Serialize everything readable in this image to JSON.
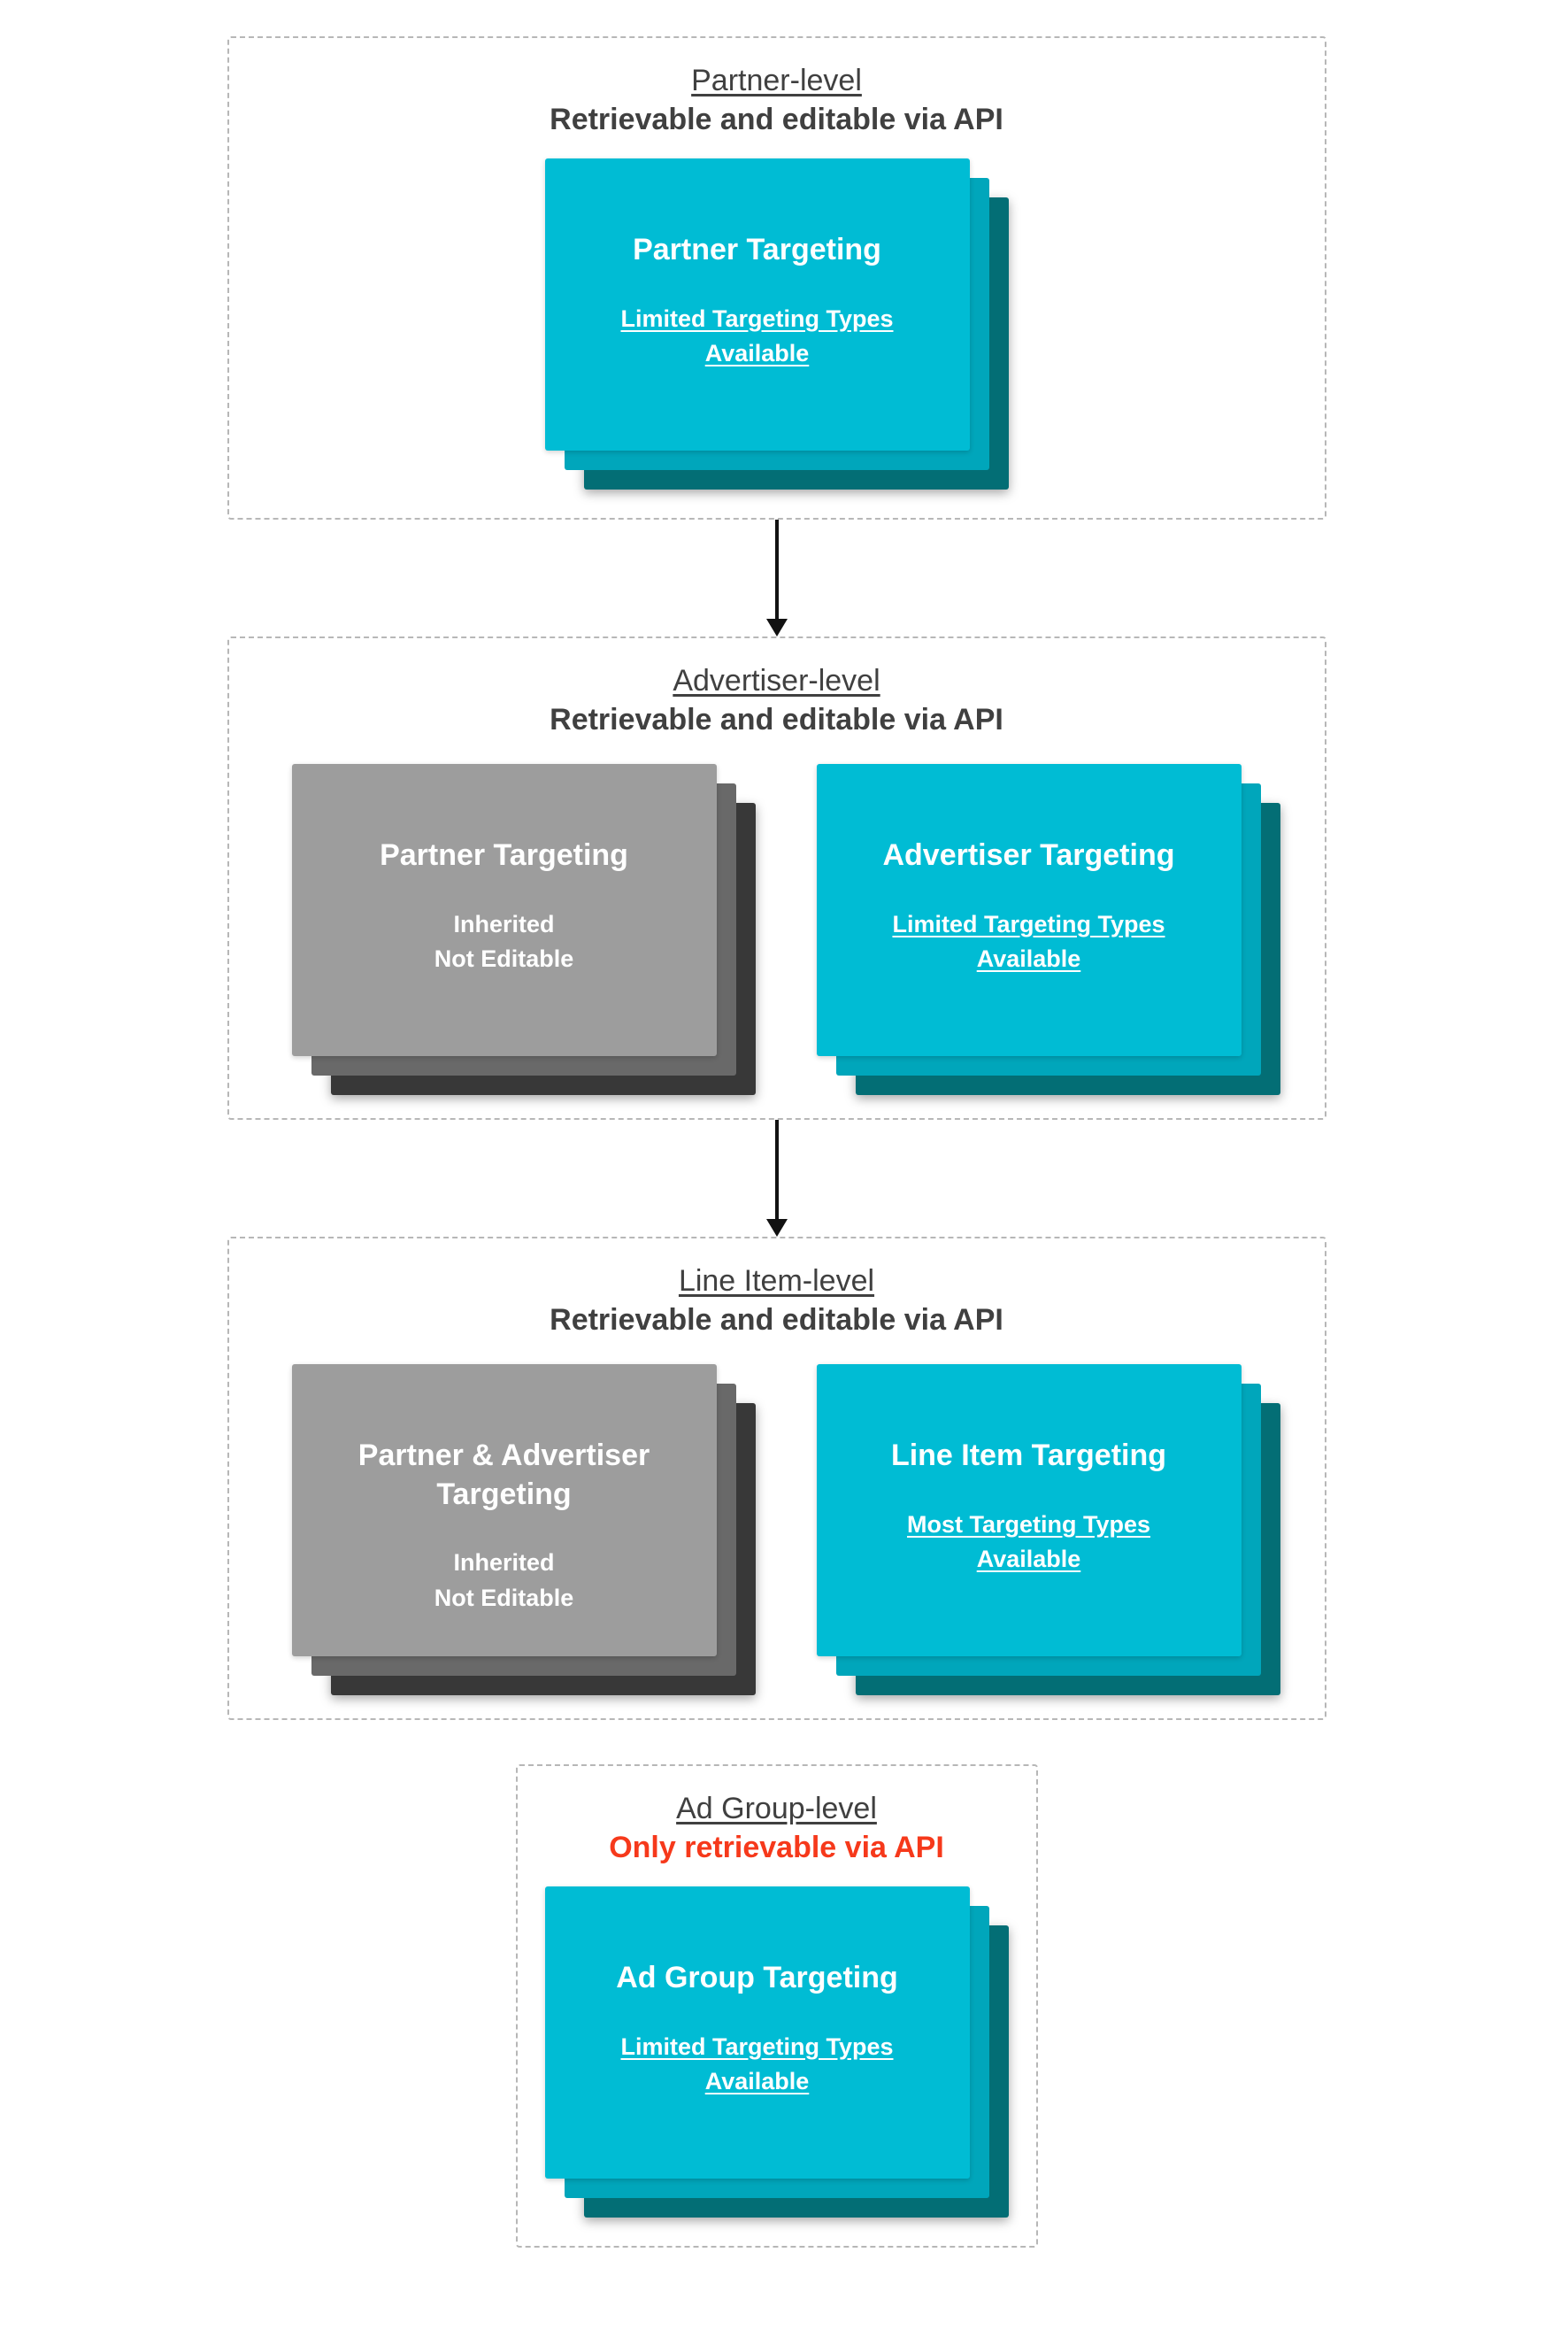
{
  "colors": {
    "teal_card": "#00BCD4",
    "teal_layer_mid": "#00A6BB",
    "teal_layer_dark": "#036E75",
    "gray_card": "#9D9D9D",
    "gray_layer_mid": "#696969",
    "gray_layer_dark": "#383838",
    "section_text": "#404040",
    "red_subtitle": "#F6391B",
    "card_text": "#FFFFFF"
  },
  "sections": [
    {
      "title": "Partner-level",
      "subtitle": "Retrievable and editable via API",
      "cards": [
        {
          "title": "Partner Targeting",
          "body": [
            "Limited Targeting Types",
            "Available"
          ]
        }
      ]
    },
    {
      "title": "Advertiser-level",
      "subtitle": "Retrievable and editable via API",
      "cards": [
        {
          "title": "Partner Targeting",
          "body": [
            "Inherited",
            "Not Editable"
          ]
        },
        {
          "title": "Advertiser Targeting",
          "body": [
            "Limited Targeting Types",
            "Available"
          ]
        }
      ]
    },
    {
      "title": "Line Item-level",
      "subtitle": "Retrievable and editable via API",
      "cards": [
        {
          "title": "Partner & Advertiser Targeting",
          "body": [
            "Inherited",
            "Not Editable"
          ]
        },
        {
          "title": "Line Item Targeting",
          "body": [
            "Most Targeting Types",
            "Available"
          ]
        }
      ]
    },
    {
      "title": "Ad Group-level",
      "subtitle": "Only retrievable via API",
      "cards": [
        {
          "title": "Ad Group Targeting",
          "body": [
            "Limited Targeting Types",
            "Available"
          ]
        }
      ]
    }
  ]
}
